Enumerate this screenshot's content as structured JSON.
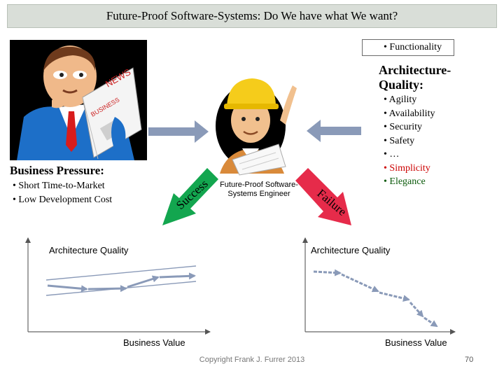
{
  "title": "Future-Proof Software-Systems: Do We have what We want?",
  "functionality": "• Functionality",
  "architecture_quality": {
    "title_line1": "Architecture-",
    "title_line2": "Quality:",
    "items": [
      "• Agility",
      "• Availability",
      "• Security",
      "• Safety",
      "• …",
      "• Simplicity",
      "• Elegance"
    ],
    "colors": {
      "default": "#000000",
      "simplicity": "#cc0000",
      "elegance": "#0b5a0b"
    }
  },
  "business_pressure": {
    "title": "Business Pressure:",
    "items": [
      "• Short Time-to-Market",
      "• Low Development Cost"
    ]
  },
  "engineer_label_line1": "Future-Proof Software-",
  "engineer_label_line2": "Systems Engineer",
  "success_label": "Success",
  "failure_label": "Failure",
  "arrow_colors": {
    "success": "#13a64f",
    "failure": "#e62b4a",
    "quality_arrow": "#8a9ab8"
  },
  "left_chart": {
    "ylabel": "Architecture Quality",
    "xlabel": "Business Value"
  },
  "right_chart": {
    "ylabel": "Architecture Quality",
    "xlabel": "Business Value"
  },
  "footer": "Copyright Frank J. Furrer 2013",
  "page_number": "70"
}
